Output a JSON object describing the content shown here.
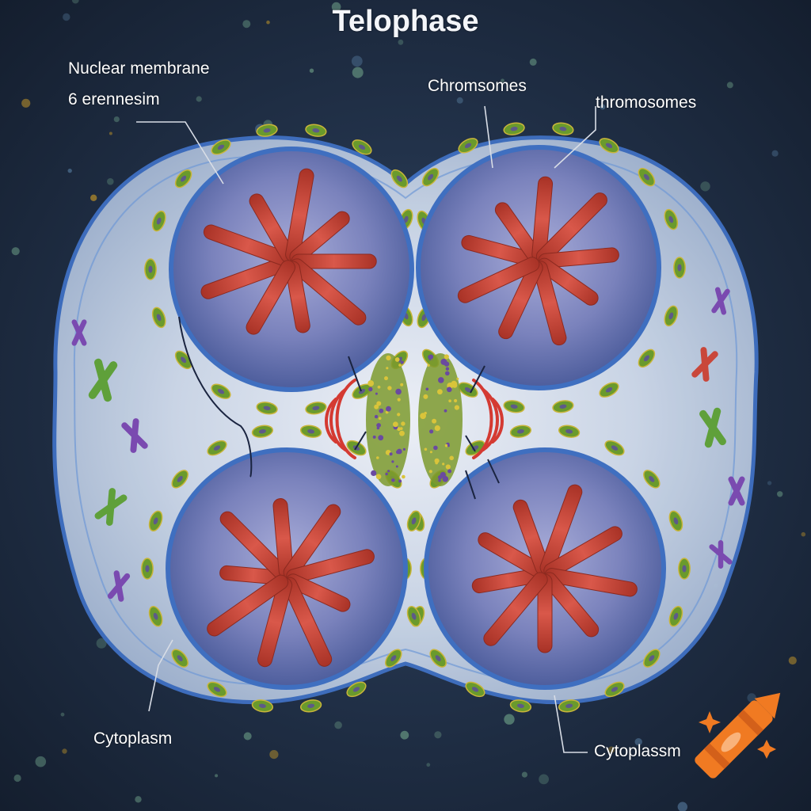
{
  "title": "Telophase",
  "labels": {
    "nuclear_membrane": "Nuclear membrane",
    "garbled_line": "6 erennesim",
    "chromsomes": "Chromsomes",
    "thromosomes": "thromosomes",
    "cytoplasm_left": "Cytoplasm",
    "cytoplasm_right": "Cytoplassm"
  },
  "colors": {
    "background": "#1c2a3e",
    "nucleus_fill": "#5e6ea8",
    "membrane": "#3f6fc0",
    "chromosome": "#c9473a",
    "organelle": "#6a9a2c",
    "spindle_arrow": "#d43a32",
    "logo": "#f07a22"
  },
  "icons": {
    "logo": "crayon-logo-icon"
  }
}
